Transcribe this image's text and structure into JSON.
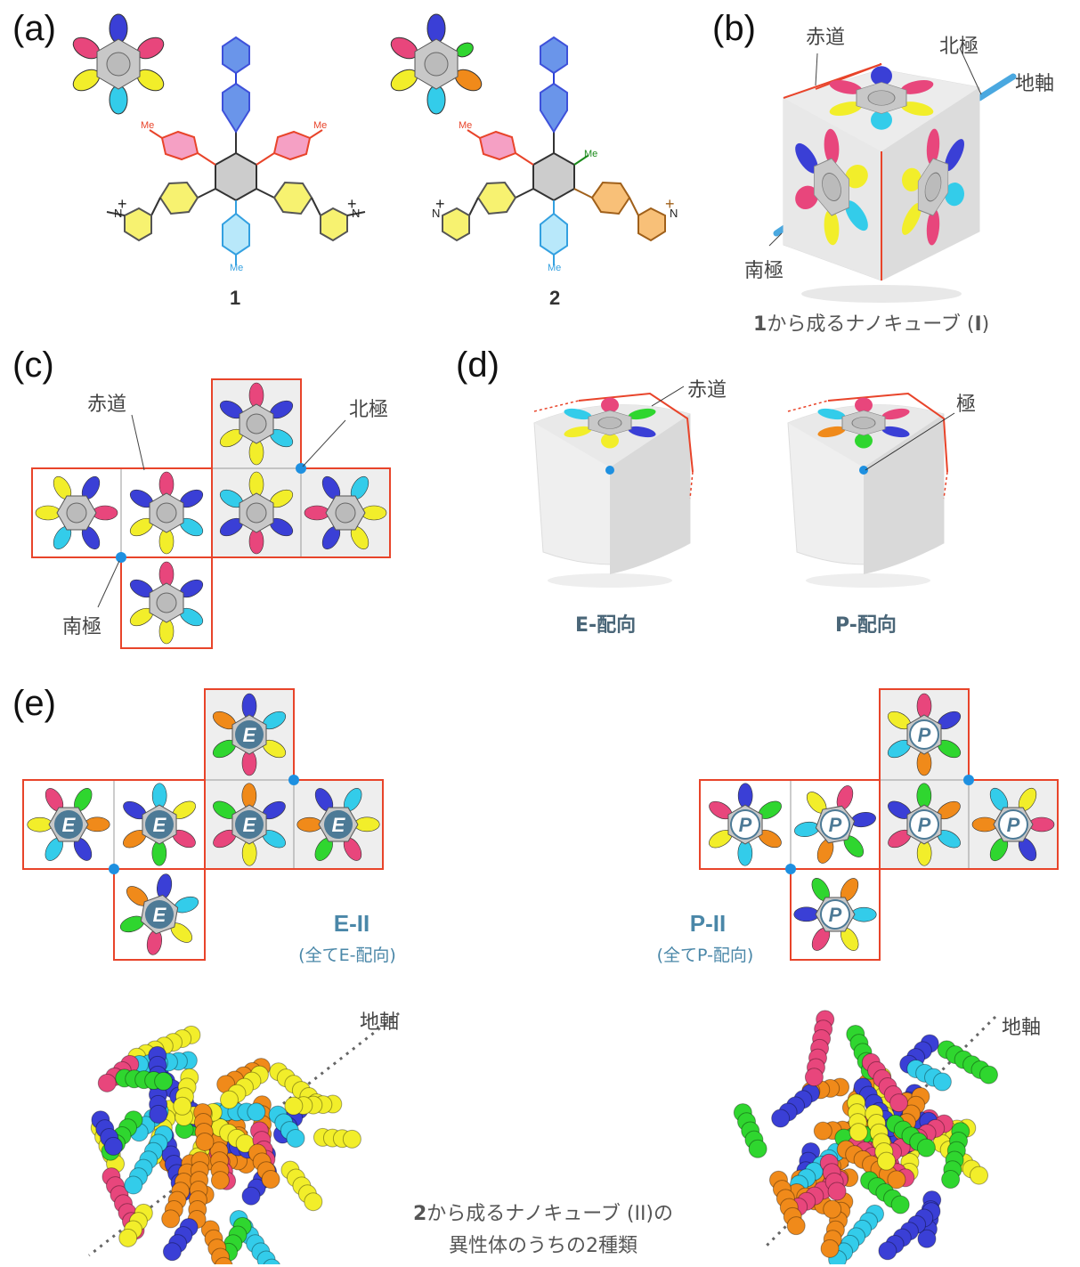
{
  "panels": {
    "a": "(a)",
    "b": "(b)",
    "c": "(c)",
    "d": "(d)",
    "e": "(e)"
  },
  "panel_a": {
    "compound1": "1",
    "compound2": "2",
    "me": "Me",
    "n_plus": "N",
    "plus": "+"
  },
  "panel_b": {
    "equator": "赤道",
    "north_pole": "北極",
    "axis": "地軸",
    "south_pole": "南極",
    "caption_num": "1",
    "caption_text": "から成るナノキューブ (",
    "caption_roman": "I",
    "caption_end": ")"
  },
  "panel_c": {
    "equator": "赤道",
    "north_pole": "北極",
    "south_pole": "南極"
  },
  "panel_d": {
    "equator": "赤道",
    "pole": "極",
    "e_orient": "E-配向",
    "p_orient": "P-配向"
  },
  "panel_e": {
    "e_letter": "E",
    "p_letter": "P",
    "e_title": "E-II",
    "e_sub": "(全てE-配向)",
    "p_title": "P-II",
    "p_sub": "(全てP-配向)",
    "axis_left": "地軸",
    "axis_right": "地軸",
    "caption_num": "2",
    "caption_line1": "から成るナノキューブ (II)の",
    "caption_line2": "異性体のうちの2種類"
  },
  "colors": {
    "red_border": "#e8442a",
    "pink": "#e8467c",
    "blue": "#3a3fd6",
    "cyan": "#33ccea",
    "yellow": "#f2ee2a",
    "orange": "#f08a1a",
    "green": "#2fd62f",
    "gray": "#c8c8c8",
    "dot": "#1e90e0"
  }
}
